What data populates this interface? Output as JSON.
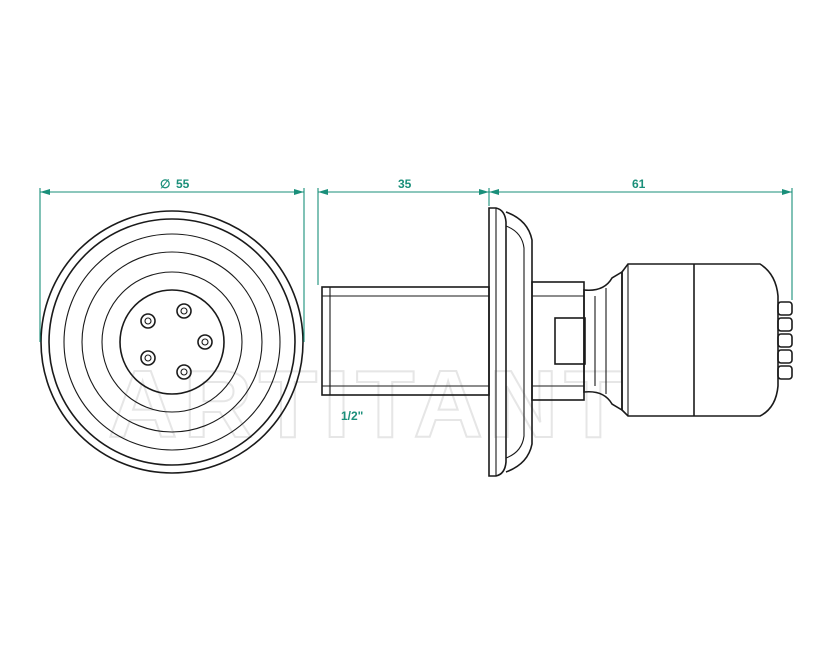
{
  "dimensions": {
    "diameter_symbol": "∅",
    "diameter_value": "55",
    "length_thread": "35",
    "length_body": "61",
    "thread_size": "1/2\""
  },
  "watermark": "ARTITANT",
  "colors": {
    "line": "#1a1a1a",
    "dimension": "#1a8f7a",
    "watermark": "#e6e6e6"
  }
}
